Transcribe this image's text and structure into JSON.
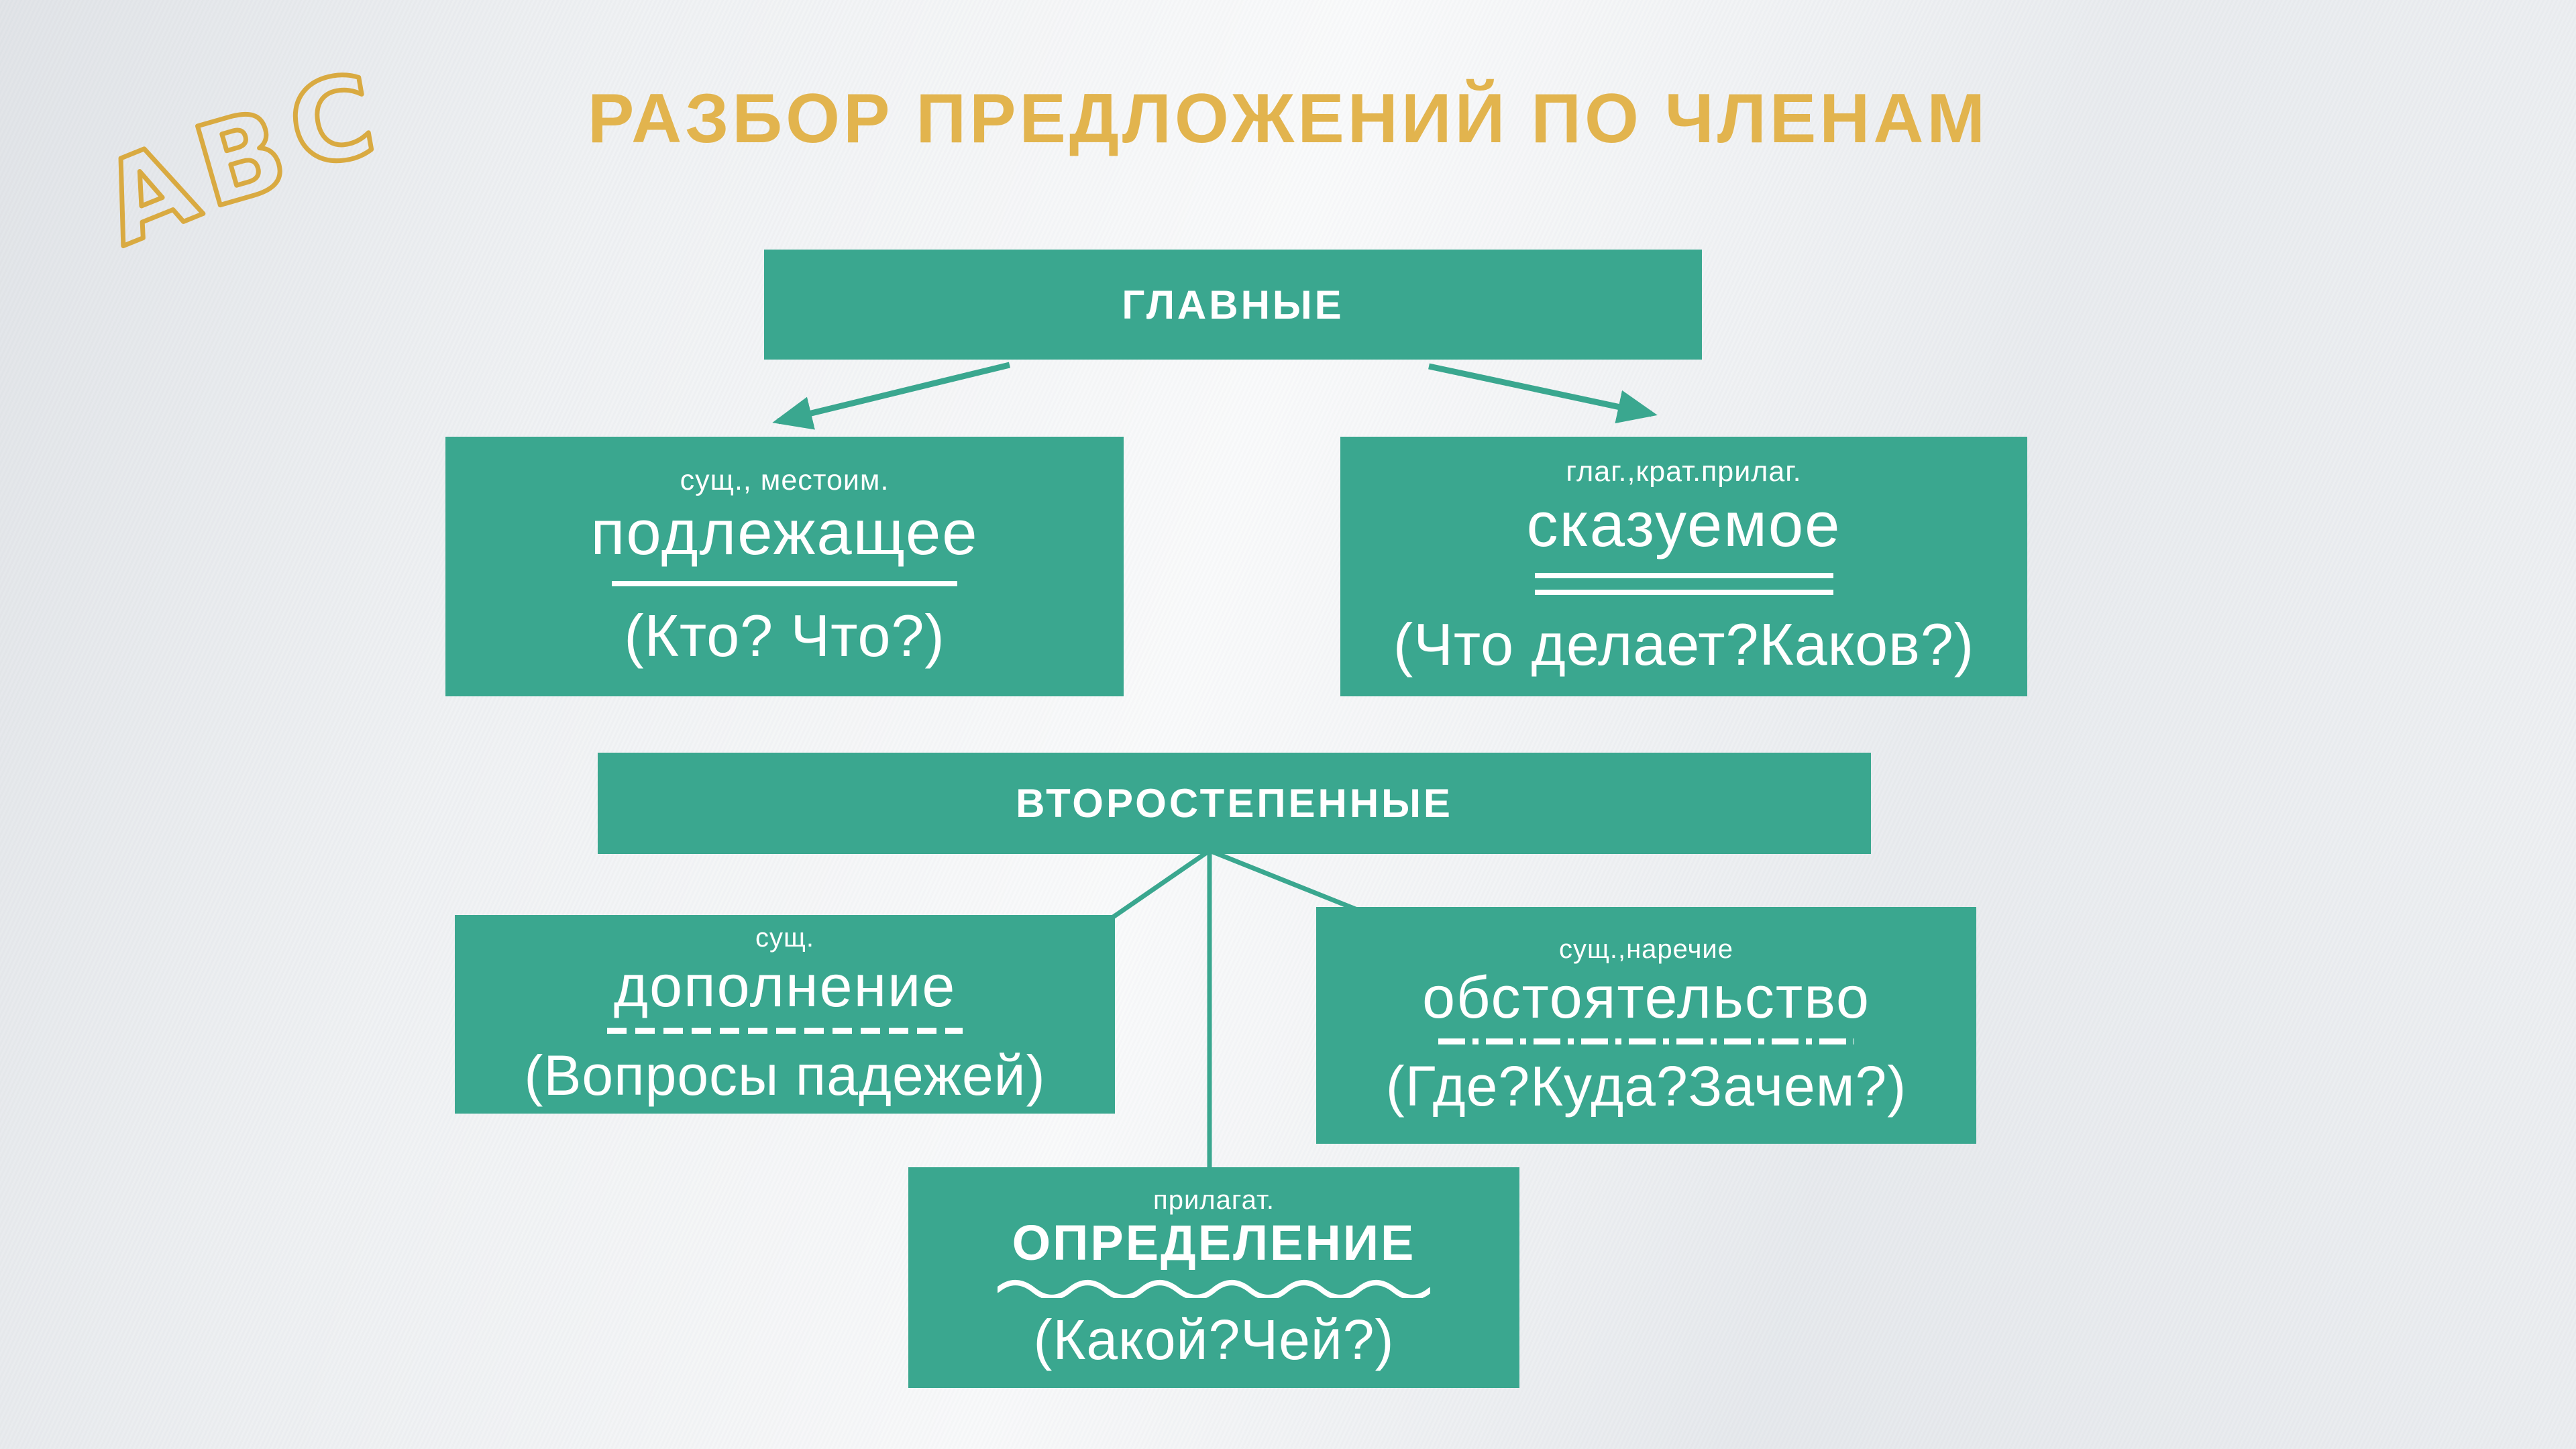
{
  "header": {
    "title": "РАЗБОР ПРЕДЛОЖЕНИЙ ПО ЧЛЕНАМ",
    "logo_letters": [
      "A",
      "B",
      "C"
    ]
  },
  "colors": {
    "teal": "#3AA78F",
    "gold": "#E2B44E",
    "background": "#EFF1F3",
    "box_text": "#FFFFFF"
  },
  "diagram": {
    "main": {
      "header": "ГЛАВНЫЕ",
      "children": [
        {
          "pos_label": "сущ., местоим.",
          "term": "подлежащее",
          "underline": "single",
          "question": "(Кто? Что?)"
        },
        {
          "pos_label": "глаг.,крат.прилаг.",
          "term": "сказуемое",
          "underline": "double",
          "question": "(Что делает?Каков?)"
        }
      ]
    },
    "secondary": {
      "header": "ВТОРОСТЕПЕННЫЕ",
      "children": [
        {
          "pos_label": "сущ.",
          "term": "дополнение",
          "underline": "dashed",
          "question": "(Вопросы падежей)"
        },
        {
          "pos_label": "сущ.,наречие",
          "term": "обстоятельство",
          "underline": "dashdot",
          "question": "(Где?Куда?Зачем?)"
        },
        {
          "pos_label": "прилагат.",
          "term": "ОПРЕДЕЛЕНИЕ",
          "underline": "wavy",
          "question": "(Какой?Чей?)"
        }
      ]
    }
  }
}
